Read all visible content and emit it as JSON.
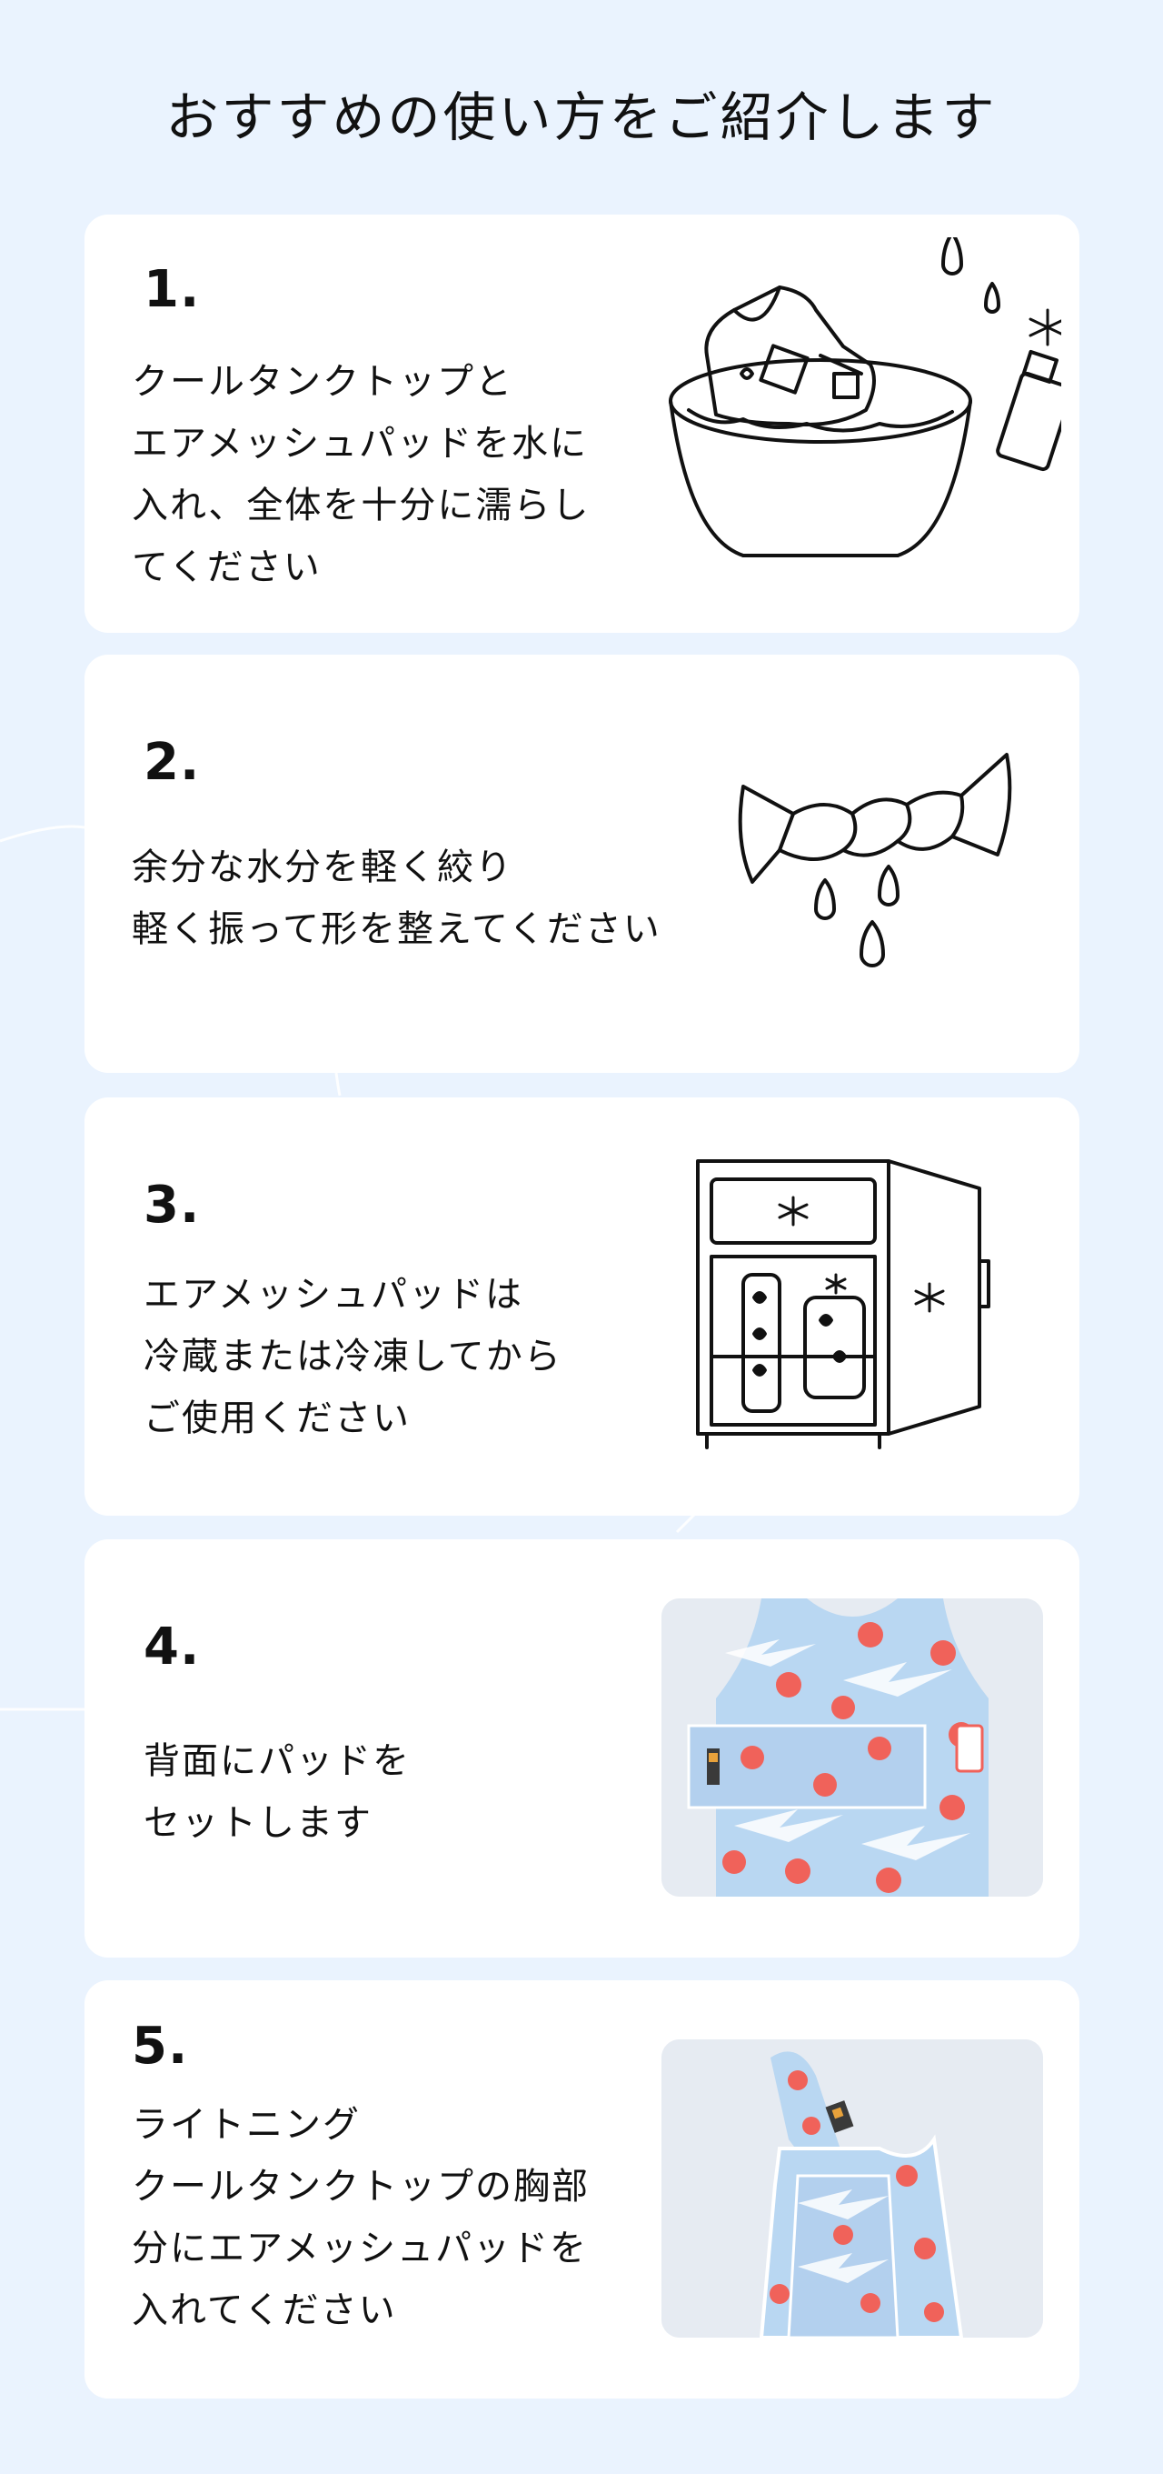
{
  "title": "おすすめの使い方をご紹介します",
  "steps": [
    {
      "number": "1.",
      "text": "クールタンクトップと\nエアメッシュパッドを水に\n入れ、全体を十分に濡らし\nてください"
    },
    {
      "number": "2.",
      "text": "余分な水分を軽く絞り\n軽く振って形を整えてください"
    },
    {
      "number": "3.",
      "text": "エアメッシュパッドは\n冷蔵または冷凍してから\nご使用ください"
    },
    {
      "number": "4.",
      "text": "背面にパッドを\nセットします"
    },
    {
      "number": "5.",
      "text": "ライトニング\nクールタンクトップの胸部\n分にエアメッシュパッドを\n入れてください"
    }
  ],
  "colors": {
    "background": "#eaf3fe",
    "card": "#ffffff",
    "fabric_blue": "#b9d7f2",
    "heart_red": "#f0625a"
  }
}
